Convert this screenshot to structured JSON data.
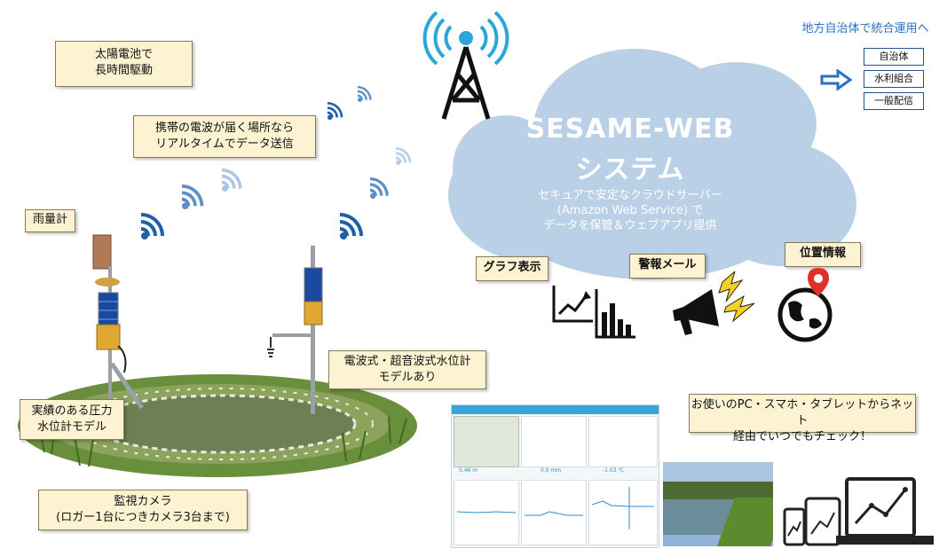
{
  "labels": {
    "solar": [
      "太陽電池で",
      "長時間駆動"
    ],
    "realtime": [
      "携帯の電波が届く場所なら",
      "リアルタイムでデータ送信"
    ],
    "rain_gauge": "雨量計",
    "pressure_model": [
      "実績のある圧力",
      "水位計モデル"
    ],
    "radio_model": [
      "電波式・超音波式水位計",
      "モデルあり"
    ],
    "camera": [
      "監視カメラ",
      "(ロガー1台につきカメラ3台まで)"
    ],
    "devices_check": [
      "お使いのPC・スマホ・タブレットからネット",
      "経由でいつでもチェック！"
    ]
  },
  "cloud": {
    "title1": "SESAME-WEB",
    "title2": "システム",
    "sub": [
      "セキュアで安定なクラウドサーバー",
      "(Amazon Web Service) で",
      "データを保管＆ウェブアプリ提供"
    ]
  },
  "features": {
    "graph": "グラフ表示",
    "alert": "警報メール",
    "location": "位置情報"
  },
  "integration": {
    "title": "地方自治体で統合運用へ",
    "items": [
      "自治体",
      "水利組合",
      "一般配信"
    ]
  },
  "dashboard": {
    "value1": "0.46 m",
    "value2": "0.0 mm",
    "value3": "-1.03 ℃"
  },
  "colors": {
    "signal_blue": "#1f5fa8",
    "cloud": "#b7cfe6",
    "tower": "#111111",
    "box_fill": "#fdf3d2"
  }
}
